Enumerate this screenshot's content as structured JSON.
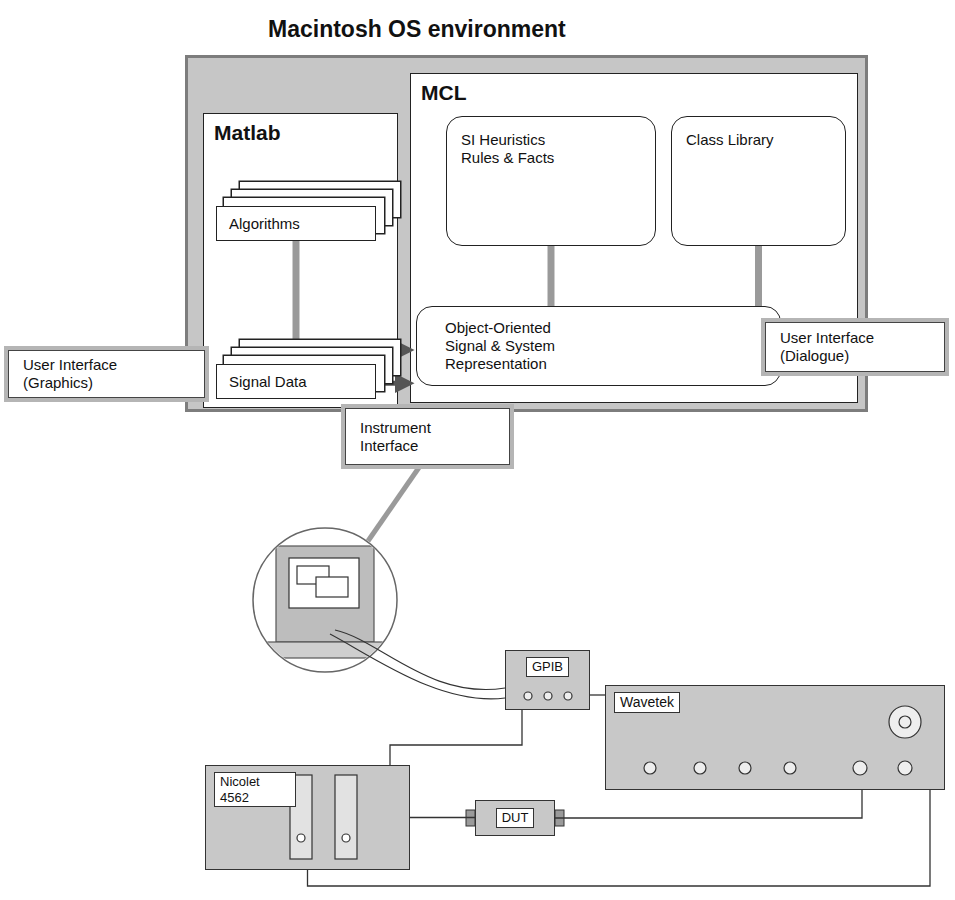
{
  "diagram": {
    "nodes": [
      {
        "text": [
          "Macintosh OS environment"
        ]
      },
      {
        "text": [
          "Matlab"
        ],
        "in": 0
      },
      {
        "text": [
          "Algorithms"
        ],
        "in": 1
      },
      {
        "text": [
          "Signal Data"
        ],
        "in": 1
      },
      {
        "text": [
          "MCL"
        ],
        "in": 0
      },
      {
        "text": [
          "SI Heuristics Rules & Facts"
        ],
        "in": 4
      },
      {
        "text": [
          "Class Library"
        ],
        "in": 4
      },
      {
        "text": [
          "Object-Oriented Signal & System Representation"
        ],
        "in": 4
      },
      {
        "text": [
          "User Interface (Graphics)"
        ]
      },
      {
        "text": [
          "User Interface (Dialogue)"
        ]
      },
      {
        "text": [
          "Instrument Interface"
        ]
      },
      {
        "text": [
          "GPIB"
        ]
      },
      {
        "text": [
          "Wavetek"
        ]
      },
      {
        "text": [
          "Nicolet 4562"
        ]
      },
      {
        "text": [
          "DUT"
        ]
      }
    ],
    "edges": [
      {
        "from": 2,
        "to": 3,
        "arrow": "none"
      },
      {
        "from": 5,
        "to": 7,
        "arrow": "none"
      },
      {
        "from": 6,
        "to": 7,
        "arrow": "none"
      },
      {
        "from": 3,
        "to": 7,
        "arrow": "to"
      },
      {
        "from": 3,
        "to": 7,
        "arrow": "to"
      },
      {
        "from": 11,
        "to": 13,
        "arrow": "none"
      },
      {
        "from": 11,
        "to": 12,
        "arrow": "none"
      },
      {
        "from": 13,
        "to": 14,
        "arrow": "none"
      },
      {
        "from": 14,
        "to": 12,
        "arrow": "none"
      },
      {
        "from": 13,
        "to": 12,
        "arrow": "none"
      }
    ]
  }
}
